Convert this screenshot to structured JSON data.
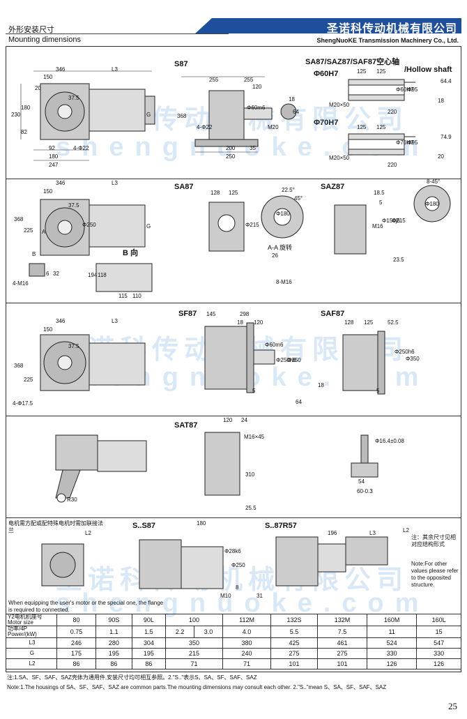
{
  "header": {
    "section_cn": "外形安装尺寸",
    "section_en": "Mounting dimensions",
    "company_cn": "圣诺科传动机械有限公司",
    "company_en": "ShengNuoKE Transmission Machinery Co., Ltd.",
    "bar_color": "#1e4f9c"
  },
  "watermark": {
    "cn": "圣诺科传动机械有限公司",
    "en": "shengnuoke.com"
  },
  "sections": {
    "s87": {
      "title": "S87",
      "hollow_title": "SA87/SAZ87/SAF87空心轴",
      "hollow_en": "/Hollow shaft",
      "phi60": "Φ60H7",
      "phi70": "Φ70H7"
    },
    "sa87": {
      "title": "SA87",
      "b_view": "B 向",
      "aa": "A-A 旋转",
      "saz": "SAZ87"
    },
    "sf87": {
      "title": "SF87",
      "saf": "SAF87"
    },
    "sat87": {
      "title": "SAT87"
    },
    "bottom": {
      "s87": "S..S87",
      "r57": "S..87R57"
    }
  },
  "dims": {
    "s87": [
      "346",
      "150",
      "L3",
      "37.5",
      "20",
      "230",
      "180",
      "82",
      "92",
      "180",
      "247",
      "4-Φ22",
      "G",
      "255",
      "255",
      "120",
      "18",
      "368",
      "4-Φ22",
      "Φ60m6",
      "64",
      "M20",
      "200",
      "35",
      "250"
    ],
    "hollow": [
      "125",
      "125",
      "M20×50",
      "Φ60H7",
      "Φ95",
      "64.4",
      "18",
      "220",
      "125",
      "125",
      "M20×50",
      "Φ70H7",
      "Φ95",
      "74.9",
      "20",
      "220"
    ],
    "sa87": [
      "346",
      "150",
      "L3",
      "37.5",
      "368",
      "225",
      "Φ250",
      "G",
      "A",
      "B",
      "4-M16",
      "6",
      "32",
      "194",
      "118",
      "115",
      "110",
      "128",
      "125",
      "Φ215",
      "22.5°",
      "45°",
      "Φ180",
      "26",
      "8-M16",
      "18.5",
      "5",
      "Φ150j6",
      "Φ215",
      "M16",
      "23.5",
      "8-45°",
      "Φ180"
    ],
    "sf87": [
      "346",
      "150",
      "L3",
      "37.5",
      "368",
      "225",
      "4-Φ17.5",
      "145",
      "298",
      "18",
      "120",
      "Φ60m6",
      "Φ250h6",
      "Φ350",
      "5",
      "18",
      "64",
      "128",
      "125",
      "52.5",
      "Φ250h6",
      "Φ350",
      "5"
    ],
    "sat87": [
      "120",
      "24",
      "M16×45",
      "310",
      "25.5",
      "R30",
      "Φ16.4±0.08",
      "54",
      "60-0.3"
    ],
    "bottom": [
      "L2",
      "180",
      "Φ28k6",
      "Φ250",
      "M10",
      "8",
      "31",
      "196",
      "L3",
      "L2"
    ]
  },
  "notes": {
    "flange_cn": "电机需方配或配特殊电机时需加联接法兰",
    "flange_en": "When equipping the user's motor or the special one, the flange is required to connected.",
    "other_cn": "注：其余尺寸见相对应结构形式",
    "other_en": "Note:For other values please refer to the opposited structure."
  },
  "table": {
    "row_header": [
      "Y2电机机座号 Motor size",
      "功率/4P Power/(kW)",
      "L3",
      "G",
      "L2"
    ],
    "motor_size": [
      "80",
      "90S",
      "90L",
      "100",
      "112M",
      "132S",
      "132M",
      "160M",
      "160L"
    ],
    "power": [
      "0.75",
      "1.1",
      "1.5",
      "2.2",
      "3.0",
      "4.0",
      "5.5",
      "7.5",
      "11",
      "15"
    ],
    "L3": [
      "246",
      "280",
      "304",
      "350",
      "380",
      "425",
      "461",
      "524",
      "547"
    ],
    "G": [
      "175",
      "195",
      "195",
      "215",
      "240",
      "275",
      "275",
      "330",
      "330"
    ],
    "L2": [
      "86",
      "86",
      "86",
      "71",
      "71",
      "101",
      "101",
      "126",
      "126"
    ]
  },
  "footnotes": {
    "cn": "注:1.SA、SF、SAF、SAZ壳体为通用件,安装尺寸均可相互参照。2.\"S..\"表示S、SA、SF、SAF、SAZ",
    "en": "Note:1.The housings of SA、SF、SAF、SAZ are common parts.The mounting dimensions may consult each other. 2.\"S..\"mean S、SA、SF、SAF、SAZ"
  },
  "page_number": "25"
}
